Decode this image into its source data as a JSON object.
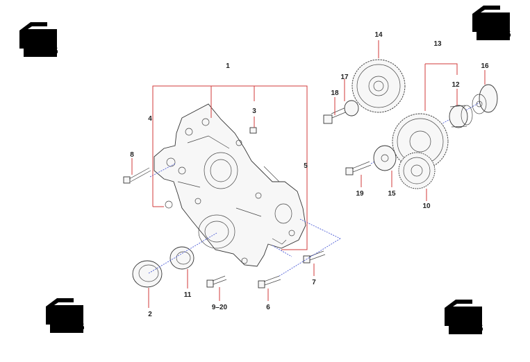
{
  "logo": {
    "code": "H3",
    "brand": "CHAG"
  },
  "callouts": {
    "c1": "1",
    "c2": "2",
    "c3": "3",
    "c4": "4",
    "c5": "5",
    "c6": "6",
    "c7": "7",
    "c8": "8",
    "c9_20": "9–20",
    "c10": "10",
    "c11": "11",
    "c12": "12",
    "c13": "13",
    "c14": "14",
    "c15": "15",
    "c16": "16",
    "c17": "17",
    "c18": "18",
    "c19": "19"
  },
  "colors": {
    "leader": "#d23a3a",
    "axis": "#4b5bd6",
    "logo_accent": "#f2b705",
    "logo_plate": "#1b1b1b"
  }
}
